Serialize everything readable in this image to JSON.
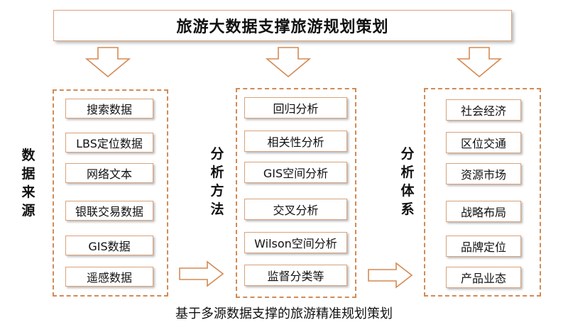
{
  "title": "旅游大数据支撑旅游规划策划",
  "caption": "基于多源数据支撑的旅游精准规划策划",
  "columns": [
    {
      "label": "数据来源",
      "items": [
        "搜索数据",
        "LBS定位数据",
        "网络文本",
        "银联交易数据",
        "GIS数据",
        "遥感数据"
      ]
    },
    {
      "label": "分析方法",
      "items": [
        "回归分析",
        "相关性分析",
        "GIS空间分析",
        "交叉分析",
        "Wilson空间分析",
        "监督分类等"
      ]
    },
    {
      "label": "分析体系",
      "items": [
        "社会经济",
        "区位交通",
        "资源市场",
        "战略布局",
        "品牌定位",
        "产品业态"
      ]
    }
  ],
  "colors": {
    "arrow_outline": "#d38a55",
    "dashed_border": "#d38a55",
    "box_border": "#d9a37d"
  }
}
